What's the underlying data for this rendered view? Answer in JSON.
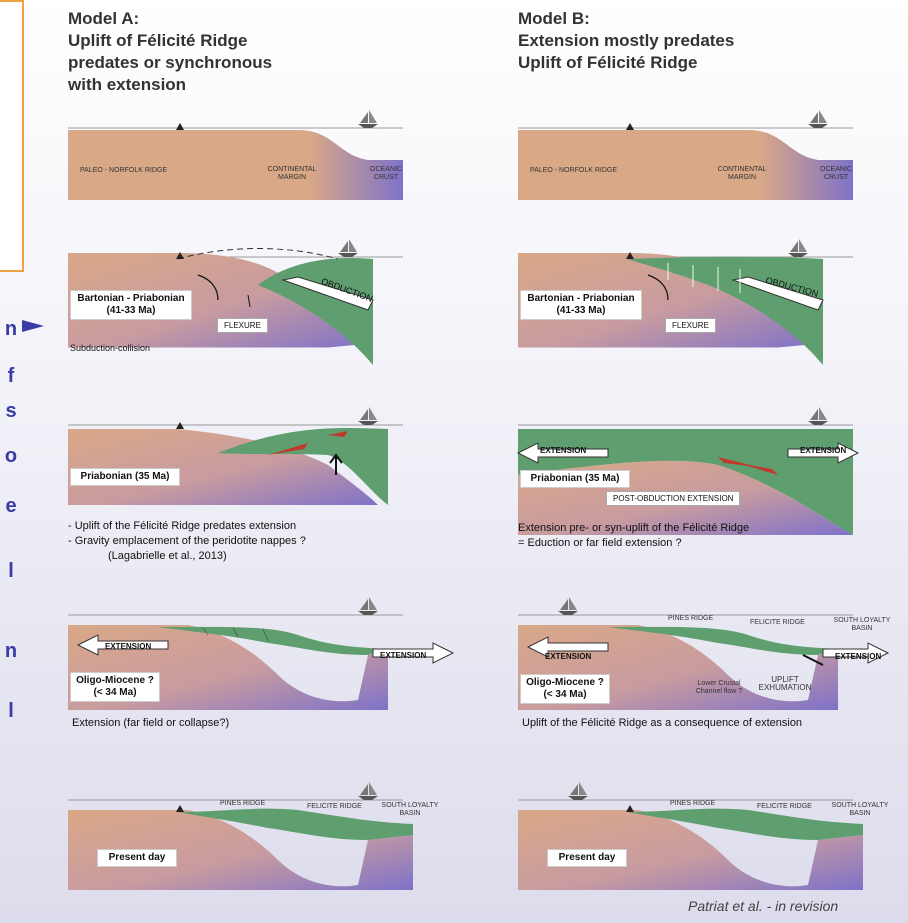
{
  "models": [
    {
      "title_lines": [
        "Model A:",
        "Uplift of Félicité Ridge",
        "predates or synchronous",
        "with extension"
      ]
    },
    {
      "title_lines": [
        "Model B:",
        "Extension mostly predates",
        "Uplift of Félicité Ridge"
      ]
    }
  ],
  "side_letters": [
    "n",
    "f",
    "s",
    "o",
    "e",
    "l",
    "n",
    "l"
  ],
  "labels": {
    "paleo_norfolk": "PALEO - NORFOLK RIDGE",
    "continental_margin": "CONTINENTAL MARGIN",
    "oceanic_crust": "OCEANIC CRUST",
    "bartonian": "Bartonian - Priabonian (41-33 Ma)",
    "flexure": "FLEXURE",
    "obduction": "OBDUCTION",
    "subduction_collision": "Subduction-collision",
    "priabonian": "Priabonian (35 Ma)",
    "extension": "EXTENSION",
    "post_obduction": "POST-OBDUCTION EXTENSION",
    "oligo": "Oligo-Miocene ? (< 34 Ma)",
    "pines_ridge": "PINES RIDGE",
    "felicite_ridge": "FELICITE RIDGE",
    "south_loyalty": "SOUTH LOYALTY BASIN",
    "lower_crustal": "Lower Crustal Channel flow ?",
    "uplift_exhumation": "UPLIFT EXHUMATION",
    "present_day": "Present day"
  },
  "captions": {
    "a3_line1": "- Uplift of the Félicité Ridge predates extension",
    "a3_line2": "- Gravity emplacement of the peridotite nappes ?",
    "a3_line3": "(Lagabrielle et al., 2013)",
    "b3_line1": "Extension pre- or syn-uplift of the Félicité Ridge",
    "b3_line2": "= Eduction or far field extension ?",
    "a4": "Extension (far field or collapse?)",
    "b4": "Uplift of the Félicité Ridge as a consequence of extension"
  },
  "credit": "Patriat et al. - in revision",
  "colors": {
    "crust": "#d9a887",
    "ophiolite": "#5f9e6e",
    "oceanic": "#7f72c8",
    "arrow": "#3a3aa8",
    "orange": "#f0a040"
  }
}
